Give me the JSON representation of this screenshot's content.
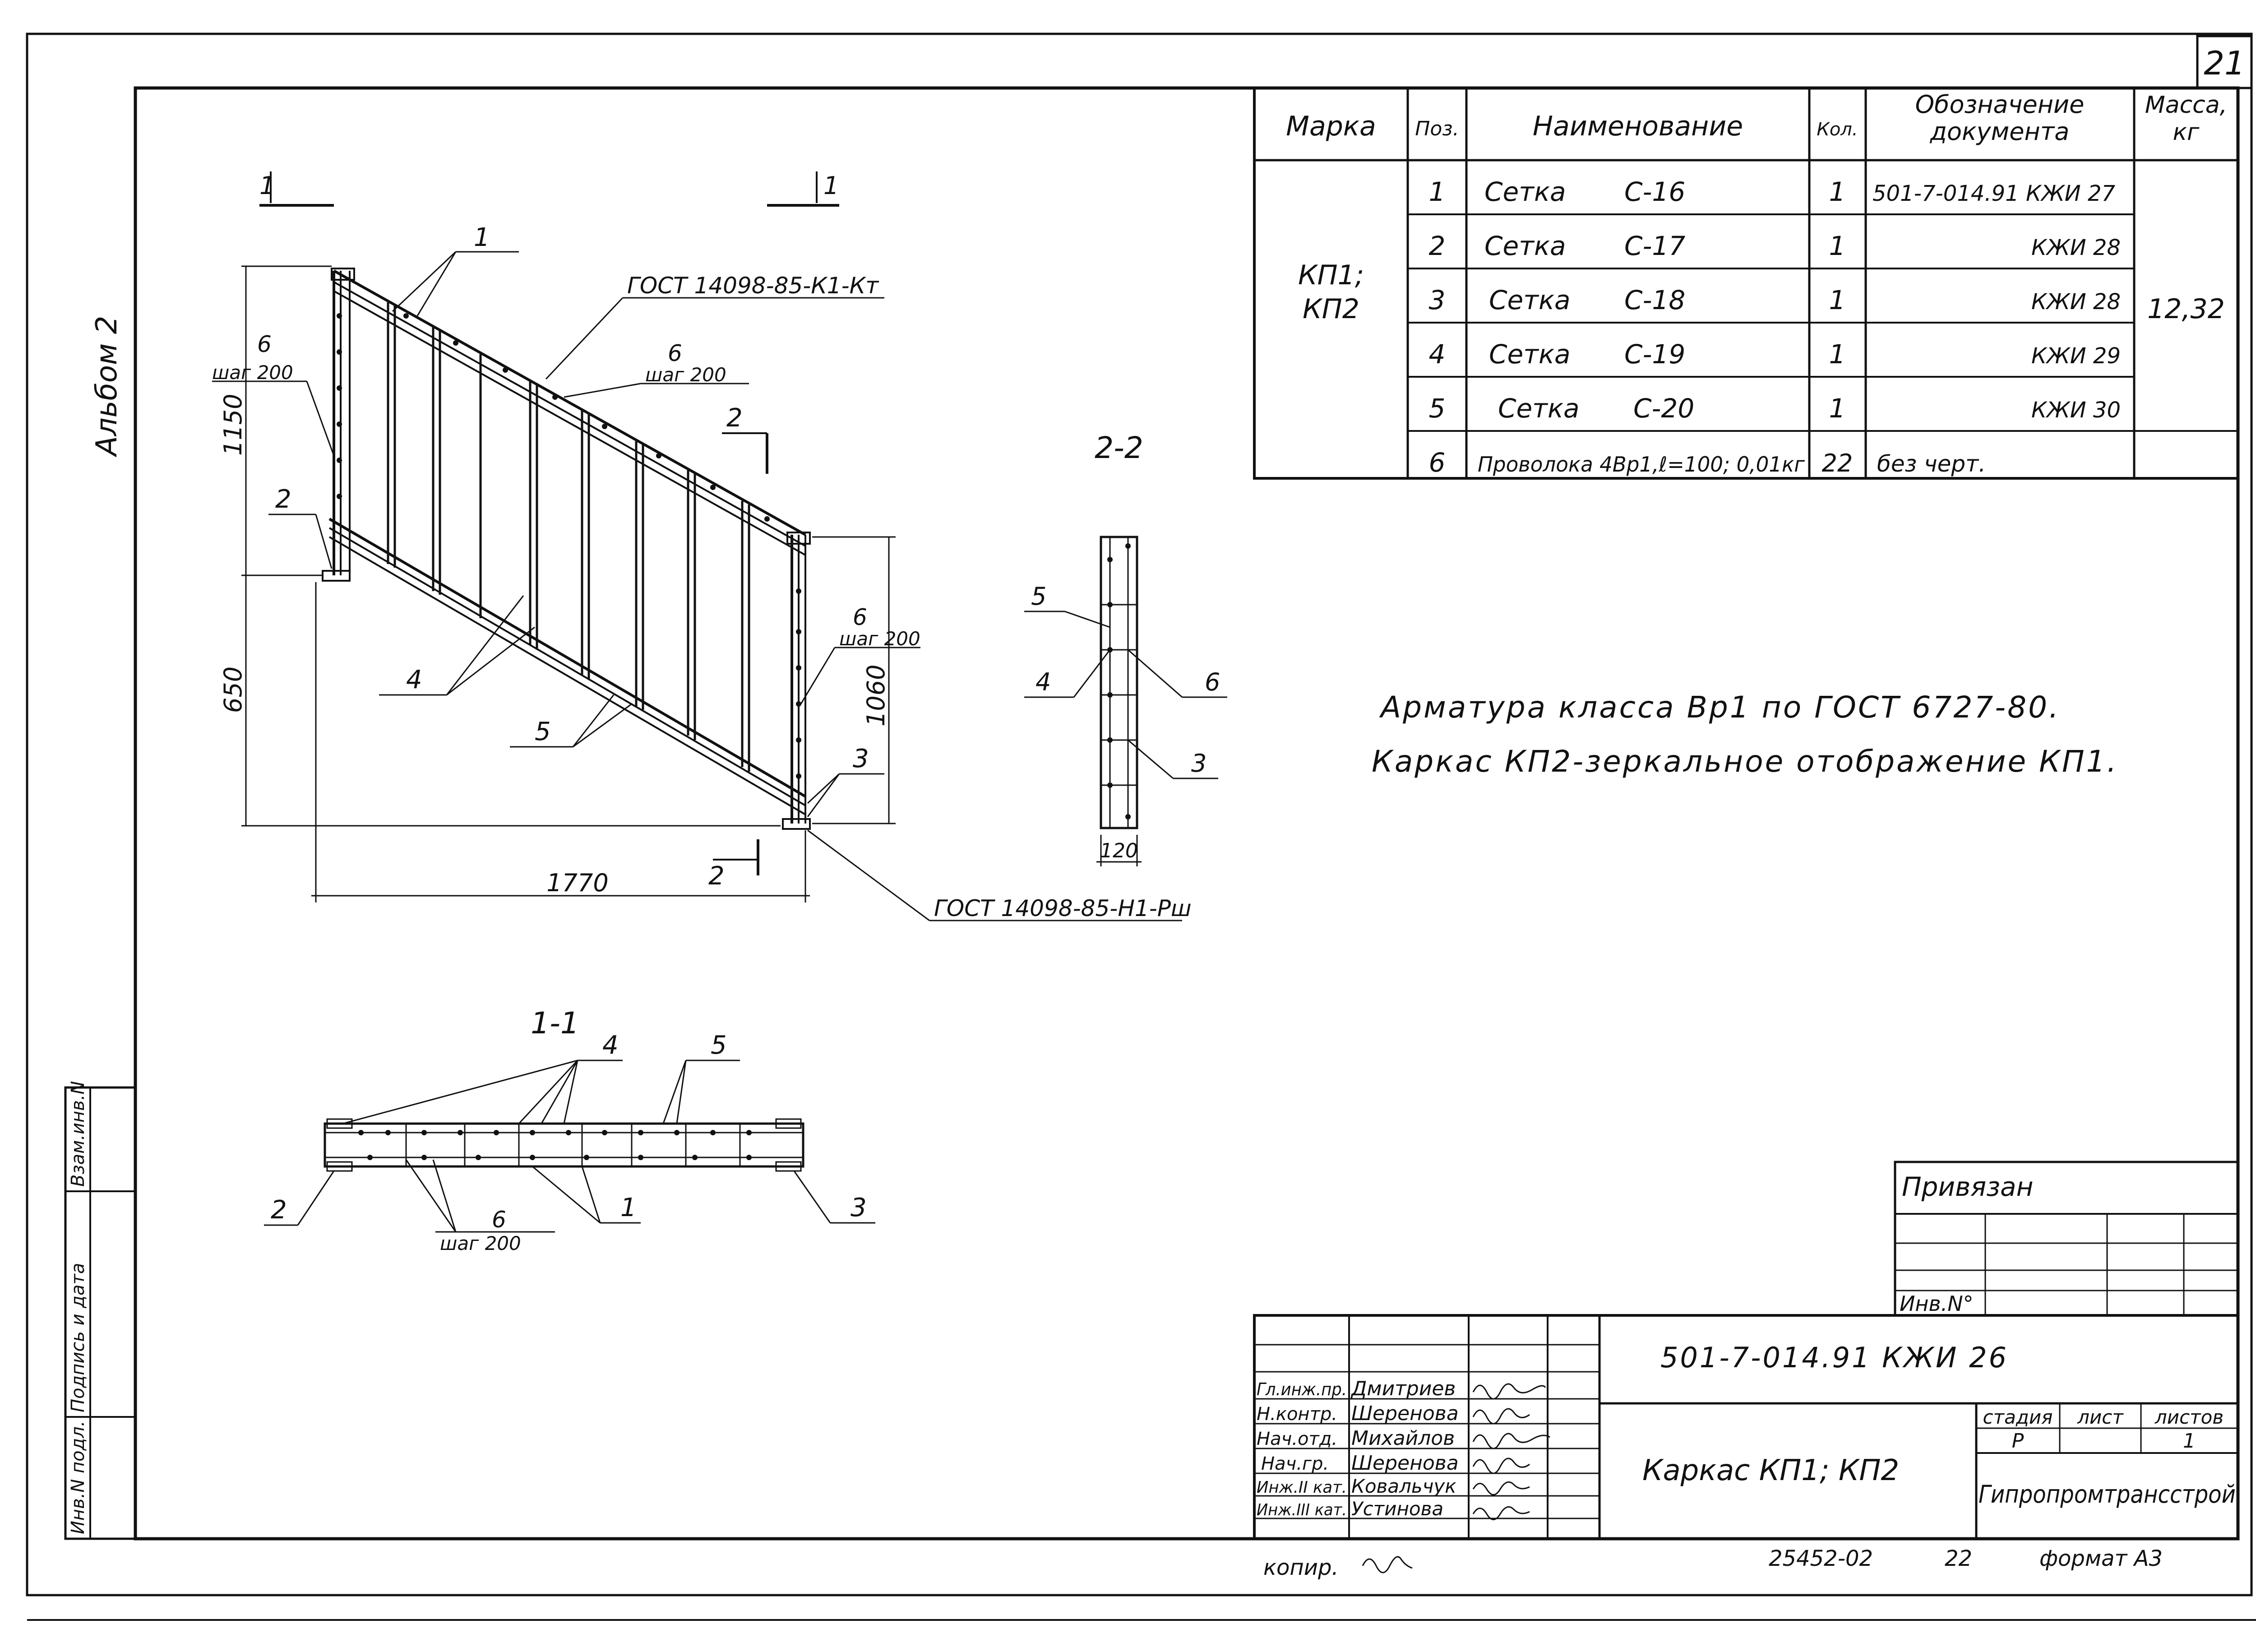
{
  "page_number": "21",
  "album": "Альбом 2",
  "side_stamp": [
    "Инв.N подл.",
    "Подпись и дата",
    "Взам.инв.N"
  ],
  "spec_table": {
    "headers": {
      "mark": "Марка",
      "pos": "Поз.",
      "name": "Наименование",
      "qty": "Кол.",
      "doc_line1": "Обозначение",
      "doc_line2": "документа",
      "mass_line1": "Масса,",
      "mass_line2": "кг"
    },
    "mark_line1": "КП1;",
    "mark_line2": "КП2",
    "mass": "12,32",
    "rows": [
      {
        "pos": "1",
        "name": "Сетка",
        "code": "С-16",
        "qty": "1",
        "doc": "501-7-014.91 КЖИ 27"
      },
      {
        "pos": "2",
        "name": "Сетка",
        "code": "С-17",
        "qty": "1",
        "doc": "КЖИ 28"
      },
      {
        "pos": "3",
        "name": "Сетка",
        "code": "С-18",
        "qty": "1",
        "doc": "КЖИ 28"
      },
      {
        "pos": "4",
        "name": "Сетка",
        "code": "С-19",
        "qty": "1",
        "doc": "КЖИ 29"
      },
      {
        "pos": "5",
        "name": "Сетка",
        "code": "С-20",
        "qty": "1",
        "doc": "КЖИ 30"
      },
      {
        "pos": "6",
        "name": "Проволока 4Вр1,ℓ=100; 0,01кг",
        "code": "",
        "qty": "22",
        "doc": "без черт."
      }
    ]
  },
  "notes": [
    "Арматура класса Вр1 по ГОСТ 6727-80.",
    "Каркас КП2-зеркальное отображение КП1."
  ],
  "drawing": {
    "section_11_marker": "1",
    "section_22_marker": "2",
    "section_22_title": "2-2",
    "section_11_title": "1-1",
    "gost_top": "ГОСТ 14098-85-К1-Кт",
    "gost_bottom": "ГОСТ 14098-85-Н1-Рш",
    "dim_1150": "1150",
    "dim_650": "650",
    "dim_1060": "1060",
    "dim_1770": "1770",
    "dim_120": "120",
    "step_label": "шаг 200",
    "callouts": [
      "1",
      "2",
      "3",
      "4",
      "5",
      "6"
    ]
  },
  "title_block": {
    "privyazan": "Привязан",
    "inv_no": "Инв.N°",
    "doc_code": "501-7-014.91 КЖИ 26",
    "title": "Каркас КП1; КП2",
    "stage_header": "стадия",
    "sheet_header": "лист",
    "sheets_header": "листов",
    "stage": "Р",
    "sheet": "",
    "sheets": "1",
    "org": "Гипропромтрансстрой",
    "signatures": [
      {
        "role": "Гл.инж.пр.",
        "name": "Дмитриев"
      },
      {
        "role": "Н.контр.",
        "name": "Шеренова"
      },
      {
        "role": "Нач.отд.",
        "name": "Михайлов"
      },
      {
        "role": "Нач.гр.",
        "name": "Шеренова"
      },
      {
        "role": "Инж.II кат.",
        "name": "Ковальчук"
      },
      {
        "role": "Инж.III кат.",
        "name": "Устинова"
      }
    ],
    "kopir": "копир.",
    "archive_no": "25452-02",
    "archive_sheet": "22",
    "format": "формат А3"
  }
}
